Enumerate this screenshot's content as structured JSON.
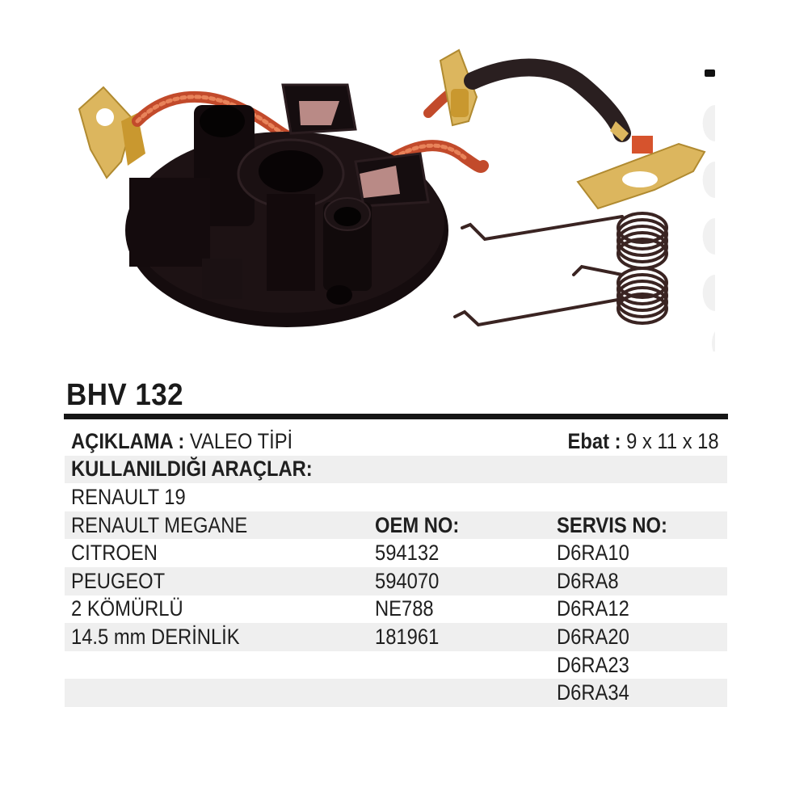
{
  "product": {
    "code": "BHV 132",
    "image_alt": "Starter motor brush holder with brushes, terminal plates and two torsion springs",
    "image_icon": "brush-holder-product-photo"
  },
  "specs": {
    "description_label": "AÇIKLAMA :",
    "description_value": " VALEO TİPİ",
    "size_label": "Ebat :",
    "size_value": " 9 x 11 x 18",
    "vehicles_label": "KULLANILDIĞI ARAÇLAR:",
    "oem_label": "OEM NO:",
    "service_label": "SERVIS NO:"
  },
  "vehicles": [
    "RENAULT 19",
    "RENAULT MEGANE",
    "CITROEN",
    "PEUGEOT",
    "2 KÖMÜRLÜ",
    "14.5 mm DERİNLİK"
  ],
  "oem_numbers": [
    "594132",
    "594070",
    "NE788",
    "181961"
  ],
  "service_numbers": [
    "D6RA10",
    "D6RA8",
    "D6RA12",
    "D6RA20",
    "D6RA23",
    "D6RA34"
  ],
  "colors": {
    "text": "#1a1a1a",
    "divider": "#161616",
    "row_stripe": "#efefef",
    "plastic_body": "#140d0f",
    "copper_braid": "#c8502e",
    "brass_terminal": "#d9b25a",
    "carbon_brush": "#b98a86"
  }
}
